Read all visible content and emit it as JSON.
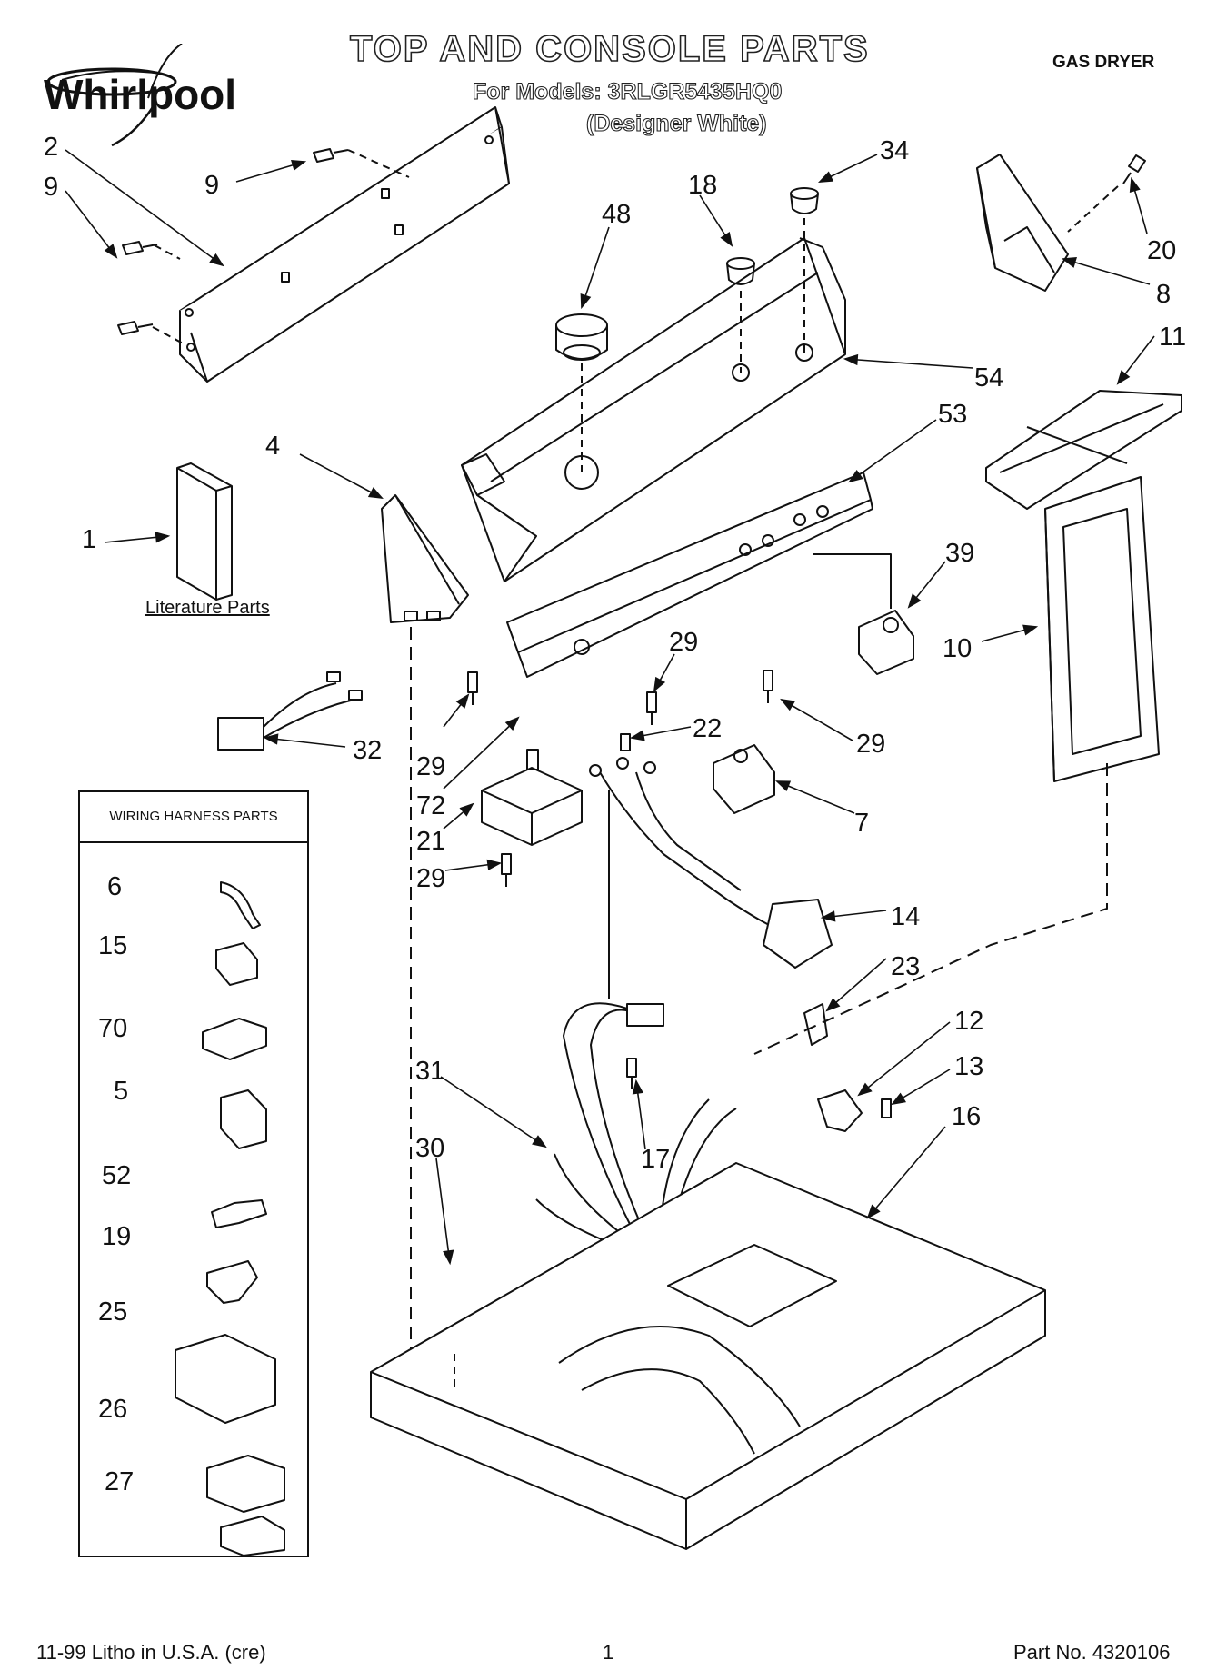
{
  "brand": "Whirlpool",
  "header": {
    "title": "TOP AND CONSOLE PARTS",
    "models_line": "For Models: 3RLGR5435HQ0",
    "variant": "(Designer White)",
    "product_type": "GAS DRYER"
  },
  "labels": {
    "literature": "Literature Parts",
    "wiring_box_title": "WIRING HARNESS PARTS"
  },
  "callouts": [
    "2",
    "9",
    "9",
    "34",
    "18",
    "48",
    "20",
    "8",
    "11",
    "54",
    "53",
    "4",
    "1",
    "39",
    "29",
    "10",
    "32",
    "29",
    "22",
    "29",
    "72",
    "7",
    "21",
    "29",
    "14",
    "23",
    "12",
    "13",
    "31",
    "16",
    "17",
    "30",
    "6",
    "15",
    "70",
    "5",
    "52",
    "19",
    "25",
    "26",
    "27"
  ],
  "footer": {
    "left": "11-99 Litho in U.S.A. (cre)",
    "page": "1",
    "part_no": "Part No. 4320106"
  }
}
